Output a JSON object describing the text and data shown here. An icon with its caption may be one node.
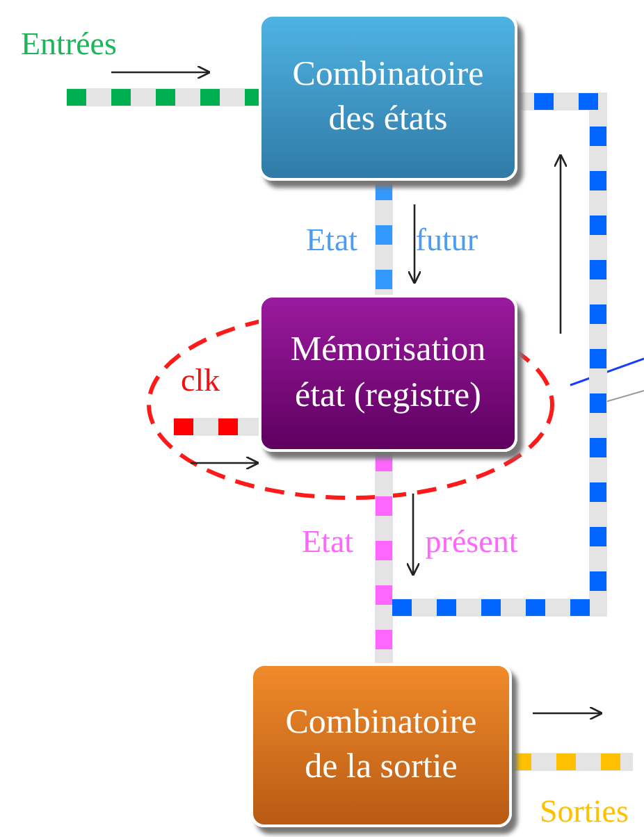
{
  "diagram": {
    "nodes": [
      {
        "text": [
          "Combinatoire des états"
        ]
      },
      {
        "text": [
          "Mémorisation état (registre)"
        ]
      },
      {
        "text": [
          "Combinatoire de la sortie"
        ]
      }
    ],
    "edges": [
      {
        "from": null,
        "to": 0,
        "arrow": "none",
        "color": "#00b050"
      },
      {
        "from": 0,
        "to": 1,
        "arrow": "none",
        "label": "Etat futur",
        "color": "#3399ff"
      },
      {
        "from": null,
        "to": 1,
        "arrow": "none",
        "color": "#ff0000"
      },
      {
        "from": 1,
        "to": 2,
        "arrow": "none",
        "label": "Etat présent",
        "color": "#ff66ff"
      },
      {
        "from": 1,
        "to": 0,
        "arrow": "none",
        "color": "#0066ff"
      },
      {
        "from": 2,
        "to": null,
        "arrow": "none",
        "color": "#ffc000"
      }
    ],
    "labels": [
      "Entrées",
      "clk",
      "Sorties"
    ]
  }
}
